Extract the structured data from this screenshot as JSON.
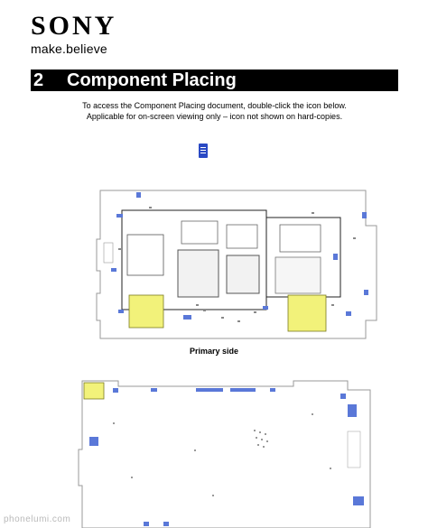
{
  "brand": {
    "logo": "SONY",
    "tagline": "make.believe"
  },
  "section": {
    "number": "2",
    "title": "Component Placing"
  },
  "intro": {
    "line1": "To access the Component Placing document, double-click the icon below.",
    "line2": "Applicable for on-screen viewing only – icon not shown on hard-copies."
  },
  "attachment_icon": "document-icon",
  "boards": {
    "primary_caption": "Primary side"
  },
  "watermark": "phonelumi.com",
  "colors": {
    "header_bar": "#000000",
    "component_highlight": "#f2f27a",
    "connector_blue": "#5a78d8",
    "board_outline": "#9a9a9a"
  }
}
